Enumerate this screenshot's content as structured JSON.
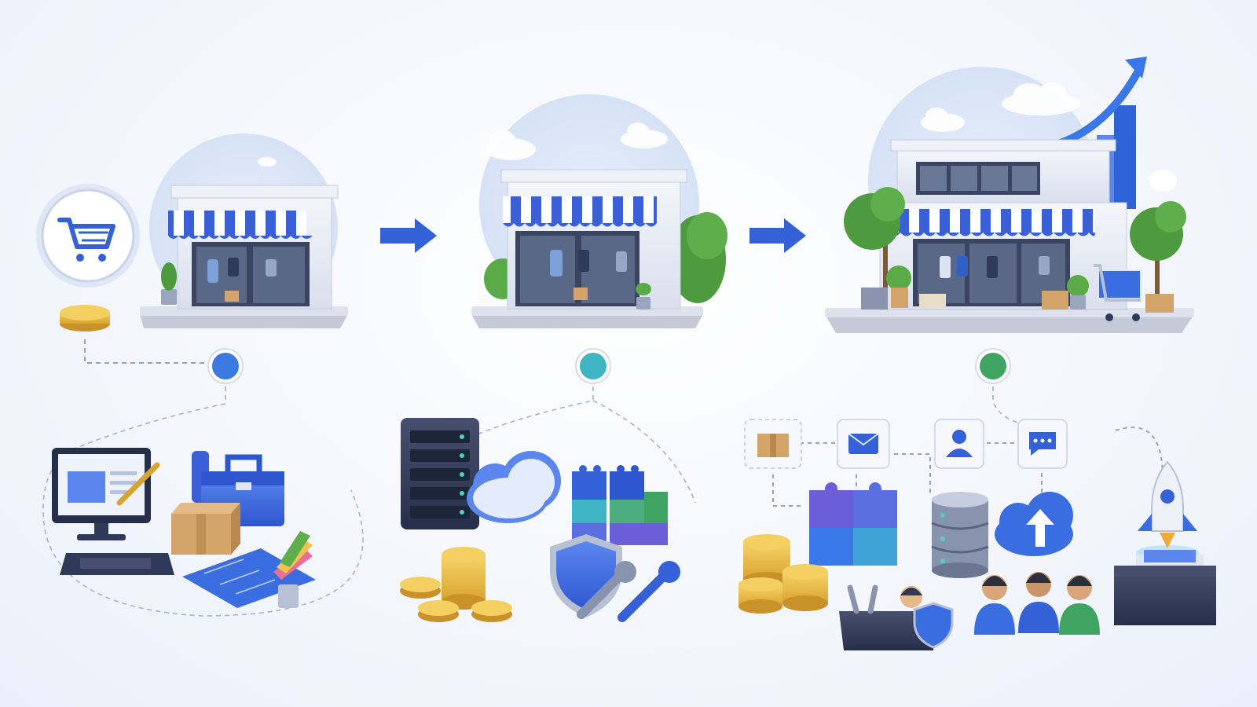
{
  "diagram": {
    "stages": [
      {
        "id": "stage-1",
        "name": "small-storefront"
      },
      {
        "id": "stage-2",
        "name": "growing-storefront"
      },
      {
        "id": "stage-3",
        "name": "large-storefront"
      }
    ],
    "timeline_nodes": [
      {
        "id": "node-1",
        "color": "#3b78e0"
      },
      {
        "id": "node-2",
        "color": "#3fb5c4"
      },
      {
        "id": "node-3",
        "color": "#3fa462"
      }
    ],
    "icon_groups": {
      "design": [
        "monitor-icon",
        "toolbox-icon",
        "box-icon",
        "drawing-tablet-icon",
        "blueprint-icon",
        "color-swatch-icon"
      ],
      "infrastructure": [
        "server-rack-icon",
        "cloud-icon",
        "building-blocks-icon",
        "coins-icon",
        "shield-icon",
        "wrench-icon"
      ],
      "operations": [
        "package-icon",
        "email-icon",
        "user-icon",
        "chat-icon",
        "puzzle-icon",
        "database-icon",
        "cloud-upload-icon",
        "coins-icon",
        "toolbox-icon",
        "team-icon",
        "rocket-icon",
        "file-tray-icon"
      ]
    },
    "colors": {
      "brand_blue": "#3561d8",
      "awning_blue": "#3a5fd6",
      "teal": "#3fb5c4",
      "green": "#3fa462",
      "gold": "#e9b93a",
      "navy": "#2f3a58"
    }
  }
}
